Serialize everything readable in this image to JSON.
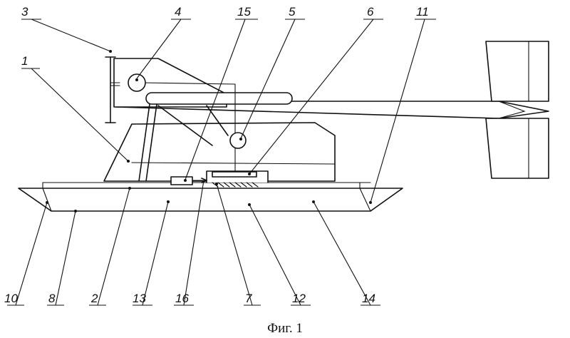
{
  "caption": "Фиг. 1",
  "labels": {
    "n1": "1",
    "n2": "2",
    "n3": "3",
    "n4": "4",
    "n5": "5",
    "n6": "6",
    "n7": "7",
    "n8": "8",
    "n10": "10",
    "n11": "11",
    "n12": "12",
    "n13": "13",
    "n14": "14",
    "n15": "15",
    "n16": "16"
  }
}
